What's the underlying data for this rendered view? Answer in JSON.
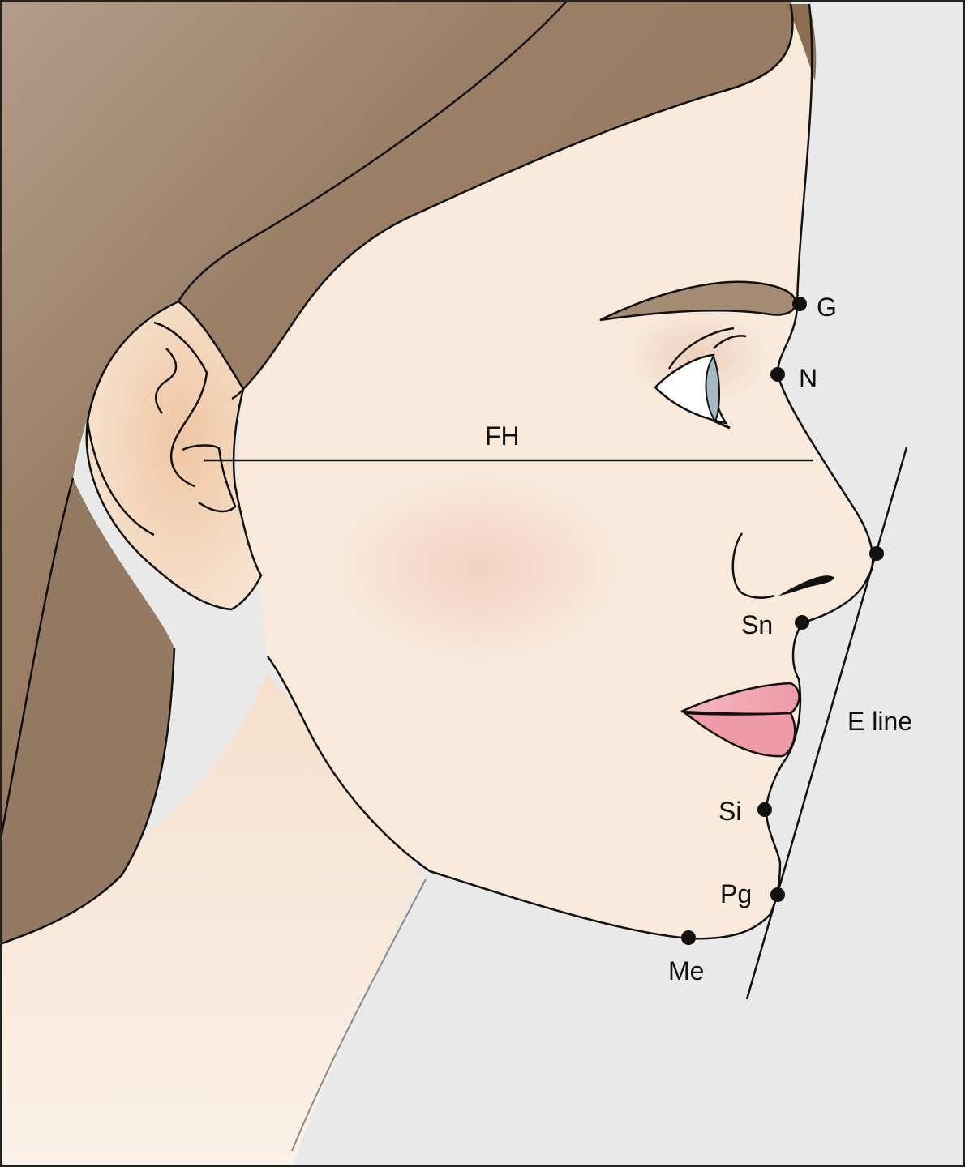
{
  "figure": {
    "colors": {
      "background": "#e9e9e9",
      "skin": "#f9eadb",
      "hair": "#9a7e66",
      "hair_light": "#ad9683",
      "eyebrow": "#a58a74",
      "lips": "#f1a7b1",
      "iris": "#a6b8c2",
      "ink": "#111111"
    },
    "labels": {
      "glabella": "G",
      "nasion": "N",
      "frankfort_horizontal": "FH",
      "subnasale": "Sn",
      "e_line": "E line",
      "soft_tissue_b": "Si",
      "pogonion": "Pg",
      "menton": "Me"
    }
  }
}
